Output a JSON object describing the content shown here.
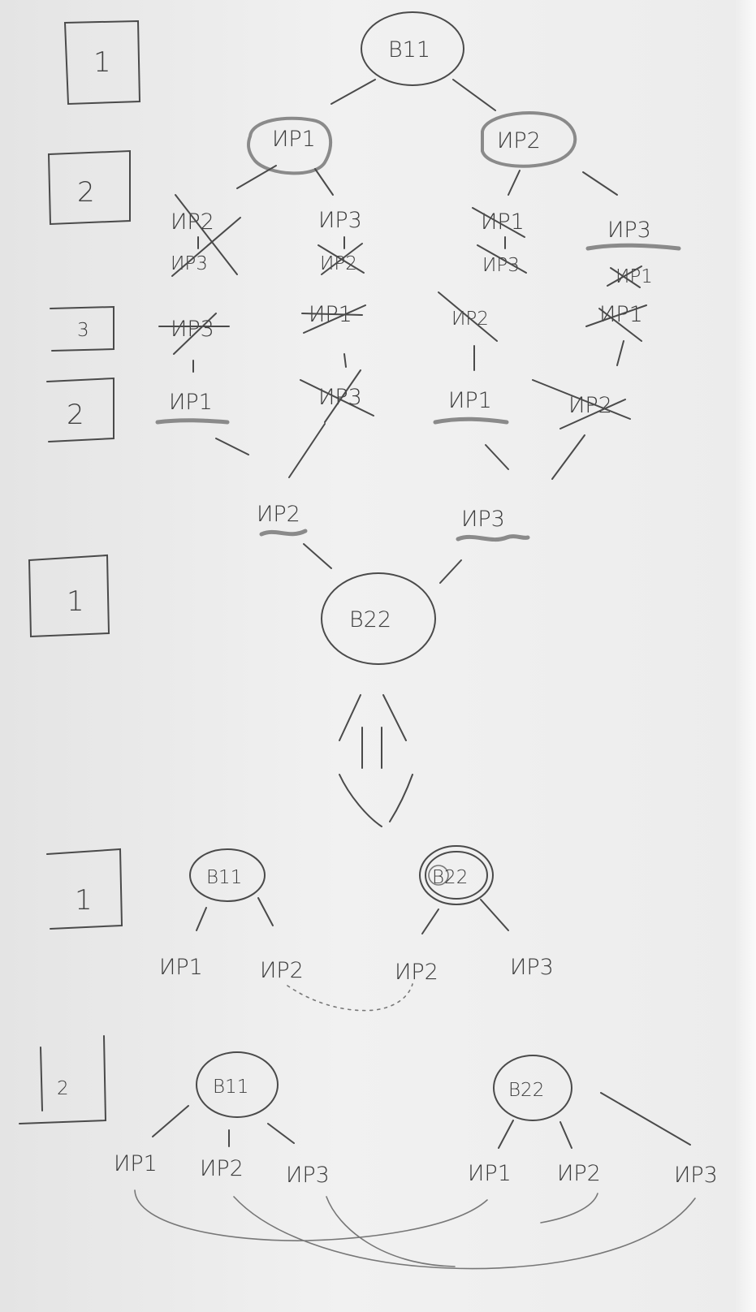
{
  "levels": {
    "l1": "1",
    "l2": "2",
    "l3": "3",
    "l4": "2",
    "l5": "1",
    "l6": "1",
    "l7": "2"
  },
  "tree": {
    "root": "B11",
    "a": "ИР1",
    "b": "ИР2",
    "a1_top": "ИР2",
    "a1_sub": "ИР3",
    "a2_top": "ИР3",
    "a2_sub": "ИР2",
    "b1_top": "ИР1",
    "b1_sub": "ИР3",
    "b2_top": "ИР3",
    "b2_sub": "ИР1",
    "r3_1": "ИР3",
    "r3_2": "ИР1",
    "r3_3": "ИР2",
    "r3_4": "ИР1",
    "r4_1": "ИР1",
    "r4_2": "ИР3",
    "r4_3": "ИР1",
    "r4_4": "ИР2",
    "m1": "ИР2",
    "m2": "ИР3",
    "bottom": "B22"
  },
  "equiv": "||",
  "g1": {
    "left_root": "B11",
    "right_root": "B22",
    "l1": "ИР1",
    "l2": "ИР2",
    "r1": "ИР2",
    "r2": "ИР3"
  },
  "g2": {
    "left_root": "B11",
    "right_root": "B22",
    "l1": "ИР1",
    "l2": "ИР2",
    "l3": "ИР3",
    "r1": "ИР1",
    "r2": "ИР2",
    "r3": "ИР3"
  }
}
